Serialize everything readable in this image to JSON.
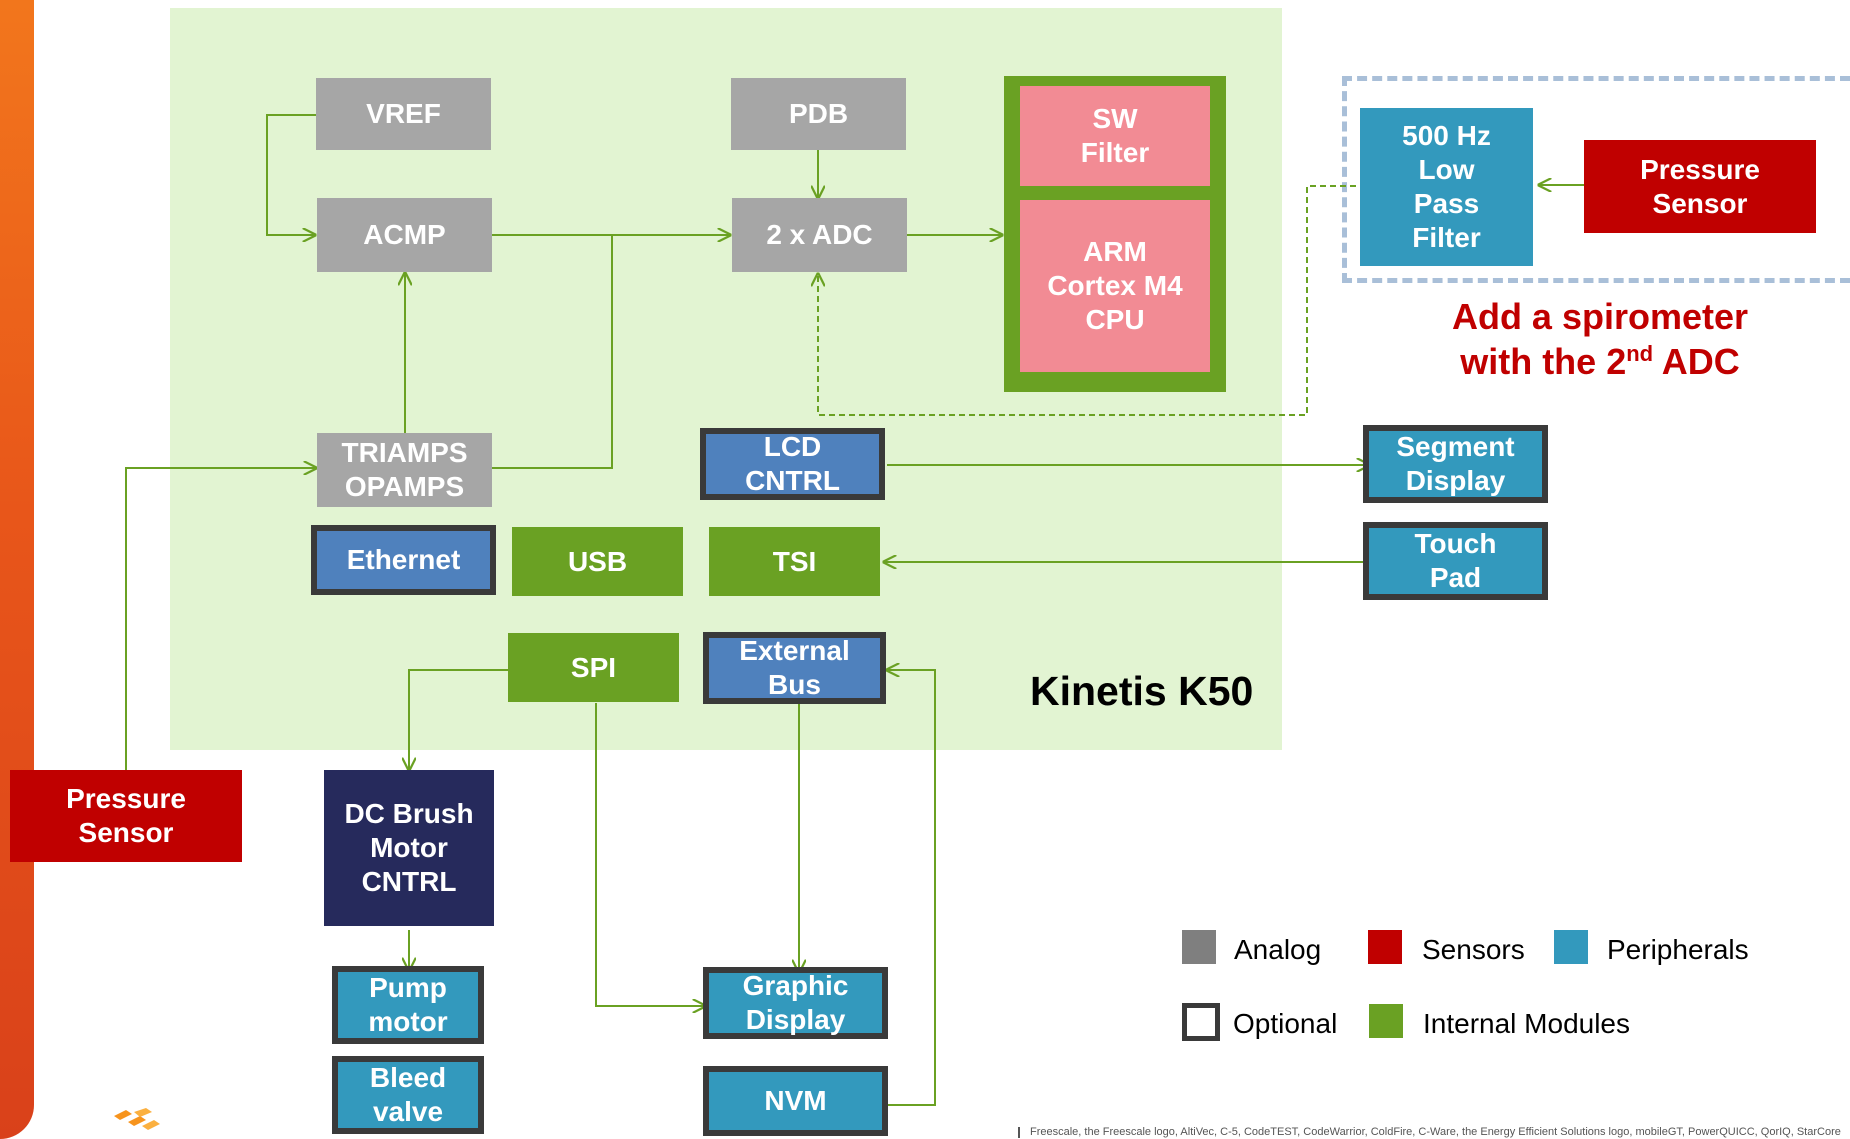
{
  "chip": {
    "label": "Kinetis K50"
  },
  "blocks": {
    "vref": "VREF",
    "pdb": "PDB",
    "acmp": "ACMP",
    "adc": "2 x ADC",
    "sw_filter": [
      "SW",
      "Filter"
    ],
    "cpu": [
      "ARM",
      "Cortex M4",
      "CPU"
    ],
    "triamps": [
      "TRIAMPS",
      "OPAMPS"
    ],
    "lcd": [
      "LCD",
      "CNTRL"
    ],
    "ethernet": "Ethernet",
    "usb": "USB",
    "tsi": "TSI",
    "spi": "SPI",
    "external_bus": [
      "External",
      "Bus"
    ],
    "lpf": [
      "500 Hz",
      "Low",
      "Pass",
      "Filter"
    ],
    "pressure_sensor_right": [
      "Pressure",
      "Sensor"
    ],
    "pressure_sensor_left": [
      "Pressure",
      "Sensor"
    ],
    "segment_display": [
      "Segment",
      "Display"
    ],
    "touch_pad": [
      "Touch",
      "Pad"
    ],
    "dc_motor": [
      "DC Brush",
      "Motor",
      "CNTRL"
    ],
    "pump_motor": [
      "Pump",
      "motor"
    ],
    "bleed_valve": [
      "Bleed",
      "valve"
    ],
    "graphic_display": [
      "Graphic",
      "Display"
    ],
    "nvm": "NVM"
  },
  "note": {
    "line1": "Add a spirometer",
    "line2_pre": "with the 2",
    "line2_sup": "nd",
    "line2_post": " ADC"
  },
  "legend": {
    "analog": "Analog",
    "sensors": "Sensors",
    "peripherals": "Peripherals",
    "optional": "Optional",
    "internal": "Internal Modules"
  },
  "colors": {
    "analog": "#a6a6a6",
    "sensors": "#c00000",
    "peripherals": "#3399bd",
    "internal": "#6aa123",
    "chip_bg": "#e2f4d2",
    "wire": "#6aa123"
  },
  "footer": "Freescale, the Freescale logo, AltiVec, C-5, CodeTEST, CodeWarrior, ColdFire, C-Ware, the Energy Efficient Solutions logo, mobileGT, PowerQUICC, QorIQ, StarCore"
}
